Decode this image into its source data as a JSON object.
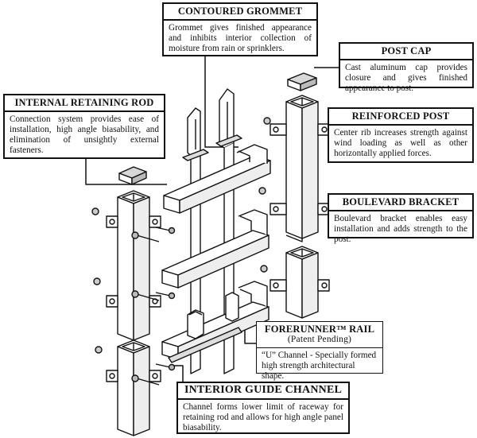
{
  "callouts": {
    "contoured_grommet": {
      "title": "CONTOURED GROMMET",
      "body": "Grommet gives finished appearance and inhibits interior collection of moisture from rain or sprinklers."
    },
    "post_cap": {
      "title": "POST CAP",
      "body": "Cast aluminum cap provides closure and gives finished appearance to post."
    },
    "internal_retaining_rod": {
      "title": "INTERNAL RETAINING ROD",
      "body": "Connection system provides ease of installation, high angle biasability, and elimination of unsightly external fasteners."
    },
    "reinforced_post": {
      "title": "REINFORCED POST",
      "body": "Center rib increases strength against wind loading as well as other horizontally applied forces."
    },
    "boulevard_bracket": {
      "title": "BOULEVARD BRACKET",
      "body": "Boulevard bracket enables easy installation and adds strength to the post."
    },
    "forerunner_rail": {
      "title": "FORERUNNER™ RAIL",
      "subtitle": "(Patent Pending)",
      "body": "“U” Channel - Specially formed high strength architectural shape."
    },
    "interior_guide_channel": {
      "title": "INTERIOR GUIDE CHANNEL",
      "body": "Channel forms lower limit of raceway for retaining rod and allows for high angle panel biasability."
    }
  }
}
